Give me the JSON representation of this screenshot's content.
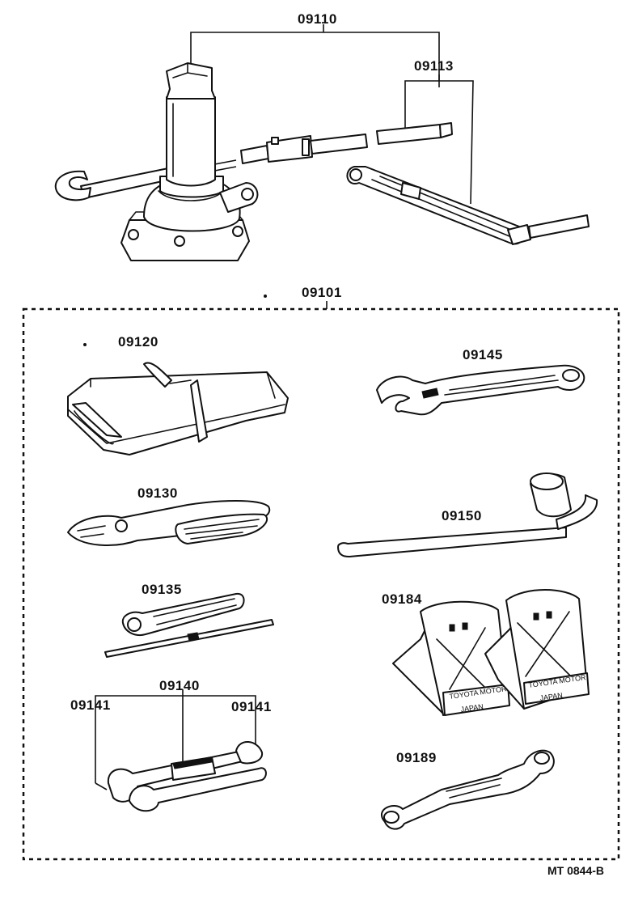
{
  "part_labels": {
    "jack_set": "09110",
    "jack_handle": "09113",
    "tool_set": "09101",
    "tool_bag": "09120",
    "adjustable_wrench": "09145",
    "pliers": "09130",
    "lug_wrench": "09150",
    "screwdriver": "09135",
    "wheel_chocks": "09184",
    "wrench_set": "09140",
    "wrench_left": "09141",
    "wrench_right": "09141",
    "box_wrench": "09189"
  },
  "chock_markings": {
    "maker": "TOYOTA MOTOR",
    "country": "JAPAN"
  },
  "diagram_code": "MT 0844-B"
}
